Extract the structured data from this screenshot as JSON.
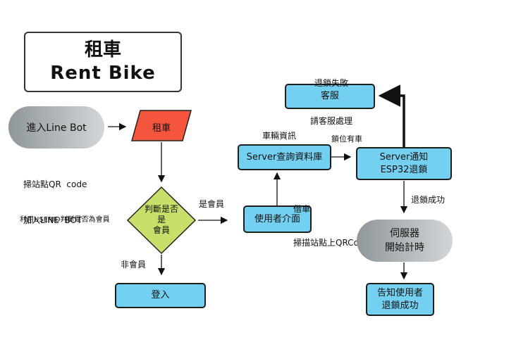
{
  "title": {
    "zh": "租車",
    "en": "Rent Bike"
  },
  "nodes": {
    "enter_line_bot": "進入Line Bot",
    "rent_car": "租車",
    "is_member_line1": "判斷是否",
    "is_member_line2": "是",
    "is_member_line3": "會員",
    "login": "登入",
    "user_interface": "使用者介面",
    "server_query": "Server查詢資料庫",
    "server_notify_line1": "Server通知",
    "server_notify_line2": "ESP32退鎖",
    "customer_service": "客服",
    "servo_start_line1": "伺服器",
    "servo_start_line2": "開始計時",
    "notify_user_line1": "告知使用者",
    "notify_user_line2": "退鎖成功"
  },
  "labels": {
    "scan_qr_line1": "掃站點QR  code",
    "scan_qr_line2": "加入LINE  BOT",
    "use_userid": "利用USERID判斷是否為會員",
    "is_member": "是會員",
    "not_member": "非會員",
    "vehicle_info": "車輛資訊",
    "lock_has_car": "鎖位有車",
    "borrow_line1": "借車",
    "borrow_line2": "掃描站點上QRCode",
    "unlock_fail_line1": "退鎖失敗",
    "unlock_fail_line2": "請客服處理",
    "unlock_success": "退鎖成功"
  },
  "colors": {
    "box_fill": "#74d0f0",
    "parallelogram_fill": "#f5553d",
    "diamond_fill": "#c7e06a",
    "pill_gradient_dark": "#8f979b",
    "pill_gradient_light": "#d3d6d8"
  }
}
